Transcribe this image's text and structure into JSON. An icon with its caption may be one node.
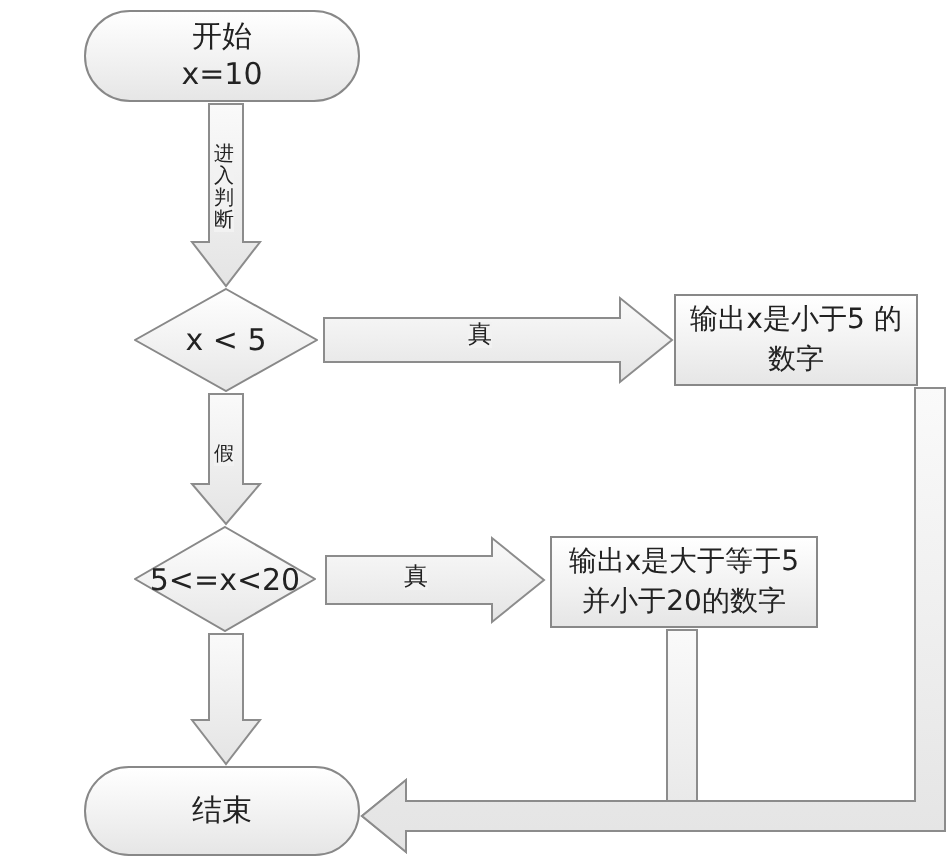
{
  "diagram": {
    "nodes": [
      {
        "text": [
          "开始",
          "x=10"
        ]
      },
      {
        "text": [
          "x < 5"
        ]
      },
      {
        "text": [
          "输出x是小于5  的数字"
        ]
      },
      {
        "text": [
          "5<=x<20"
        ]
      },
      {
        "text": [
          "输出x是大于等于5并小于20的数字"
        ]
      },
      {
        "text": [
          "结束"
        ]
      }
    ],
    "edges": [
      {
        "from": 0,
        "to": 1,
        "arrow": "to",
        "label": "进入判断"
      },
      {
        "from": 1,
        "to": 2,
        "arrow": "to",
        "label": "真"
      },
      {
        "from": 1,
        "to": 3,
        "arrow": "to",
        "label": "假"
      },
      {
        "from": 3,
        "to": 4,
        "arrow": "to",
        "label": "真"
      },
      {
        "from": 3,
        "to": 5,
        "arrow": "to"
      },
      {
        "from": 4,
        "to": 5,
        "arrow": "to"
      },
      {
        "from": 2,
        "to": 5,
        "arrow": "to"
      }
    ]
  }
}
